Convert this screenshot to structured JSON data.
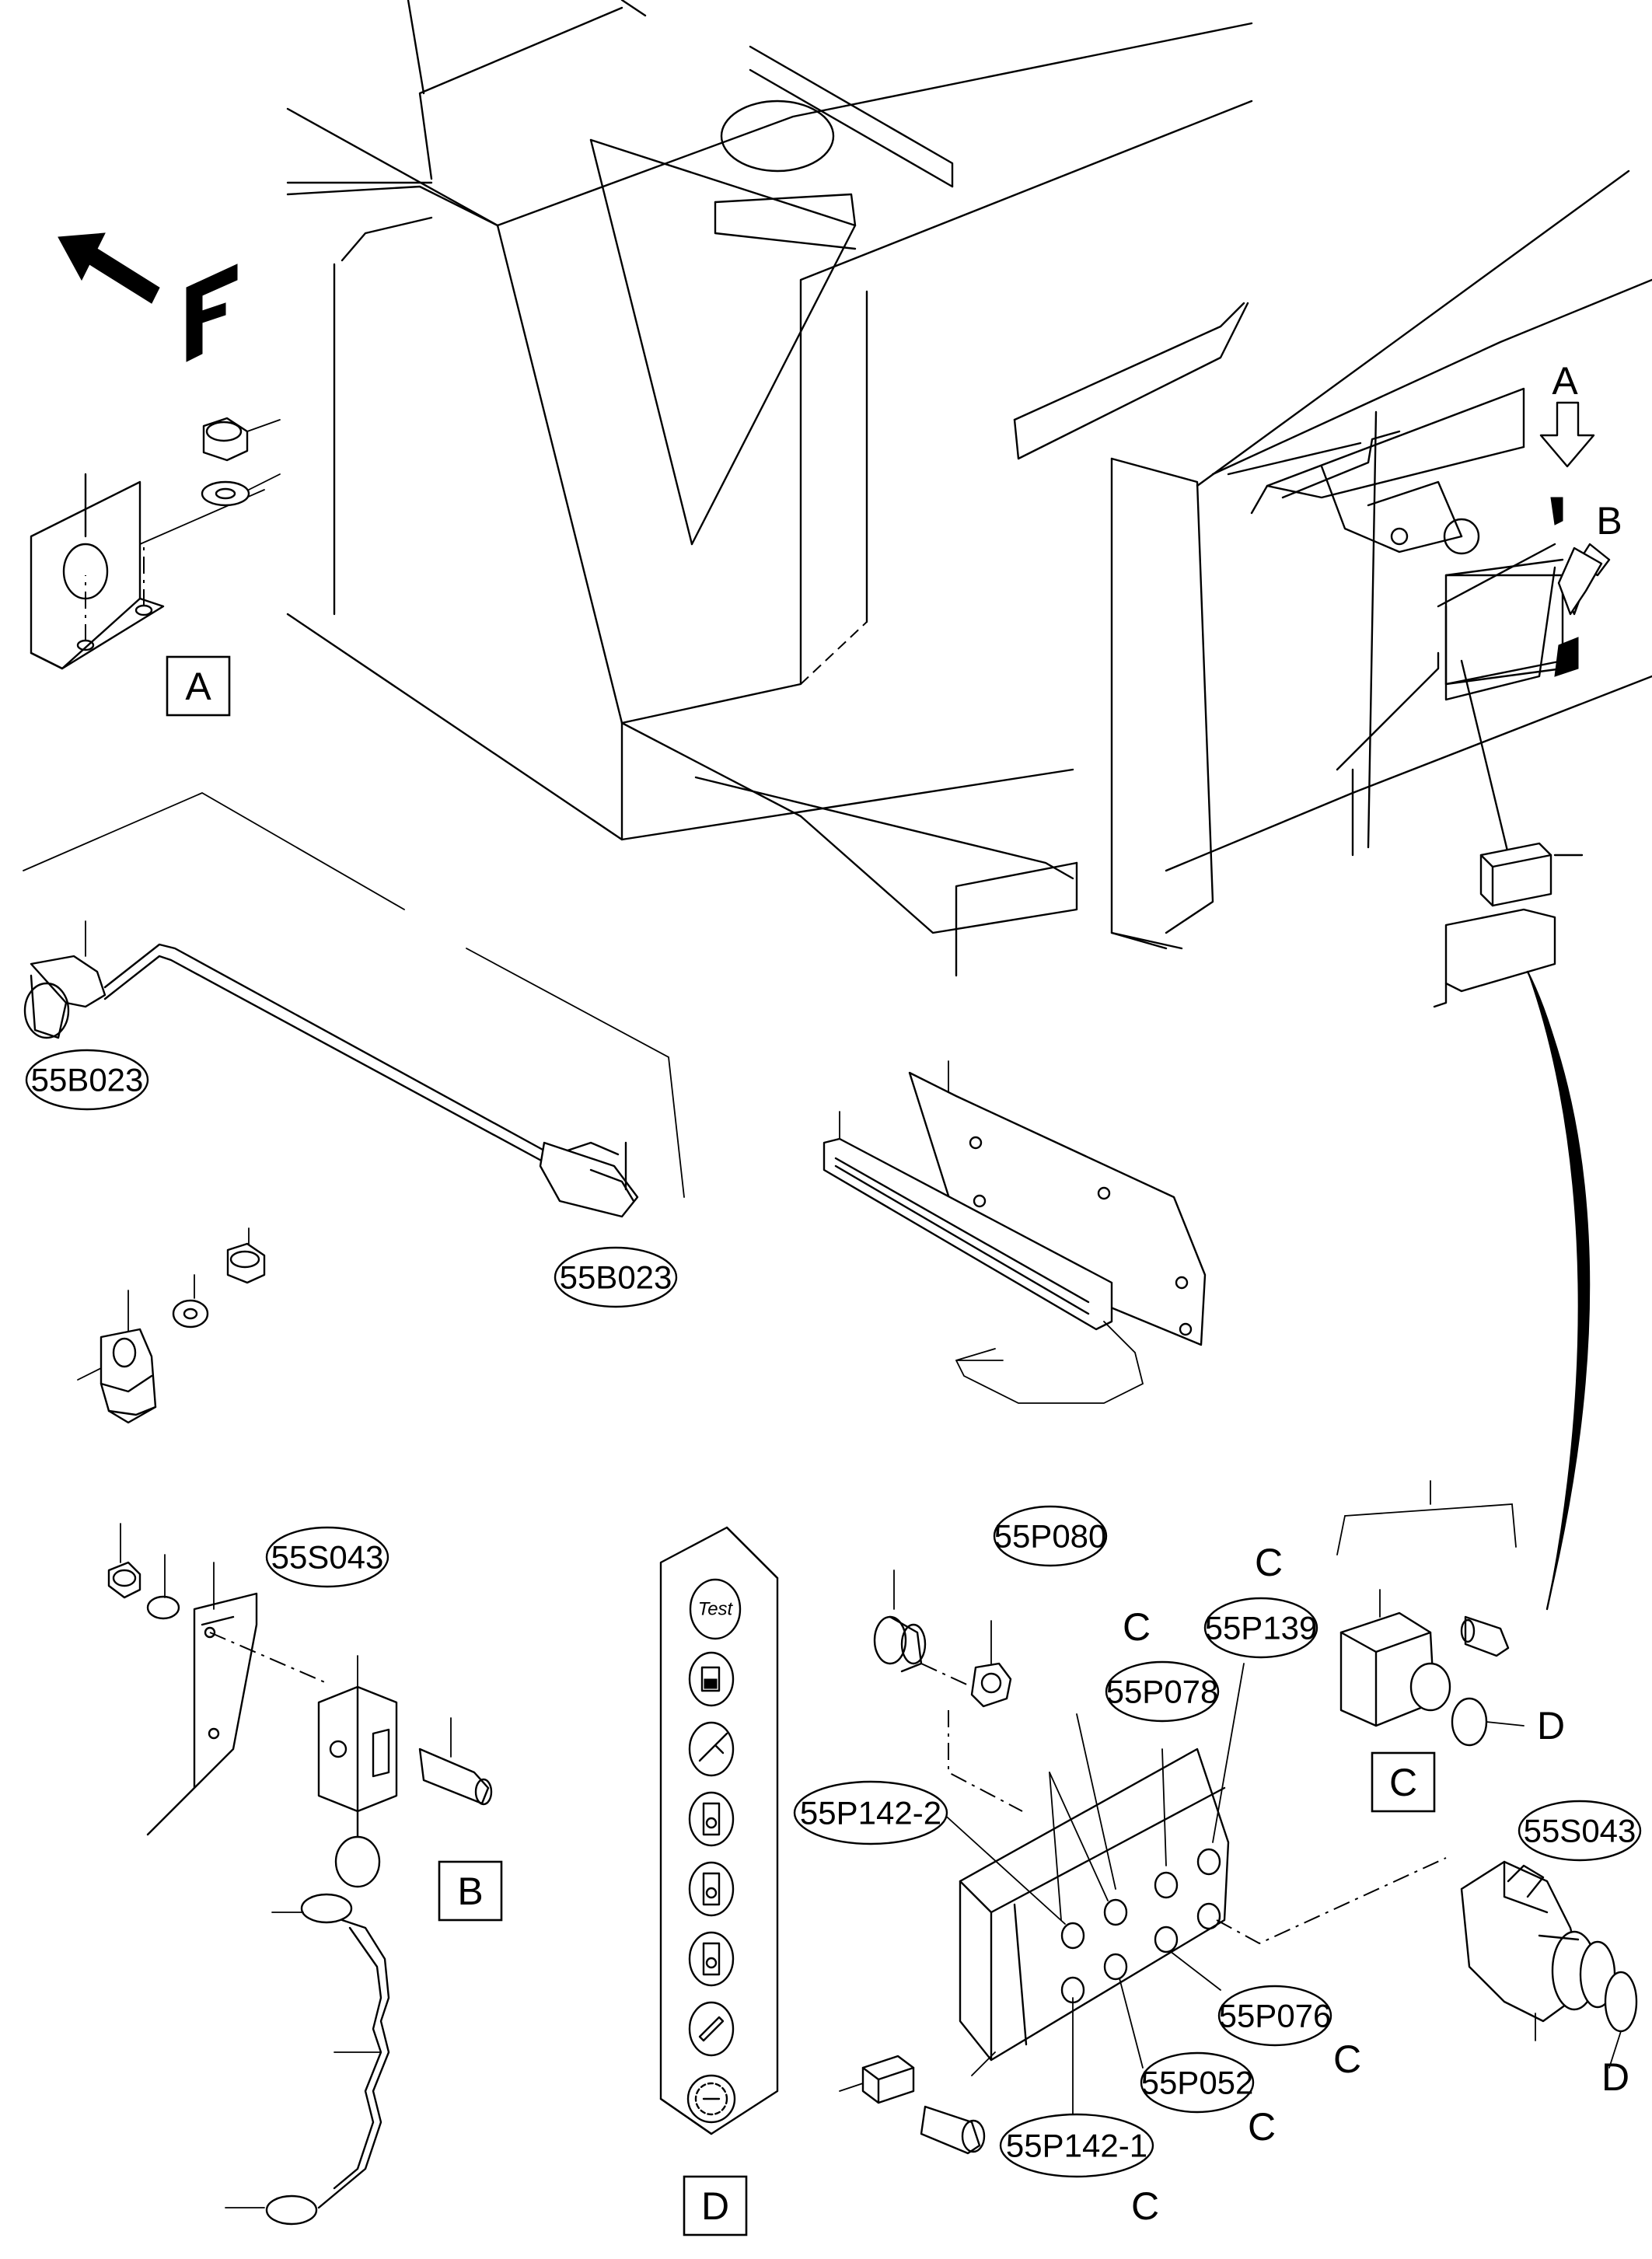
{
  "callouts": {
    "sensor_top": "55B023",
    "sensor_connector": "55B023",
    "switch_top": "55S043",
    "switch_right": "55S043",
    "p080": "55P080",
    "p139": "55P139",
    "p078": "55P078",
    "p142_2": "55P142-2",
    "p076": "55P076",
    "p052": "55P052",
    "p142_1": "55P142-1"
  },
  "views": {
    "a": "A",
    "b": "B",
    "c": "C",
    "d": "D"
  },
  "arrows": {
    "arrow_a": "A",
    "arrow_b": "B"
  },
  "markers": {
    "c_p139": "C",
    "c_p080": "C",
    "c_p076": "C",
    "c_p052": "C",
    "c_p142_1": "C",
    "d_view_c": "D",
    "d_switch": "D"
  },
  "panel": {
    "test_label": "Test"
  },
  "icons": {
    "front_direction": "front-arrow-icon",
    "test_button": "test-label-icon",
    "fuel": "fuel-icon",
    "tool": "tool-icon",
    "lamp_1": "lamp-icon",
    "lamp_2": "lamp-icon",
    "lamp_3": "lamp-icon",
    "bar": "bar-icon",
    "gear": "gear-icon"
  }
}
